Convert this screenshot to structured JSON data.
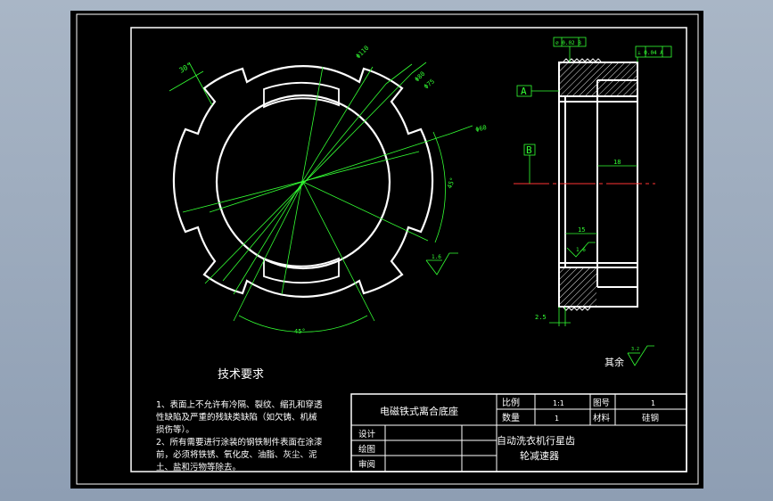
{
  "drawing": {
    "dimensions": {
      "d_label_1": "30°",
      "d_label_2": "Φ110",
      "d_label_3": "Φ80",
      "d_label_4": "Φ75",
      "d_label_5": "Φ60",
      "d_label_6": "45°",
      "d_label_7": "45°",
      "dim_side_1": "18",
      "dim_side_2": "15",
      "dim_side_3": "2.5",
      "surface_1": "1.6",
      "surface_2": "1.6",
      "surface_other": "3.2"
    },
    "tolerances": {
      "tol_1": "⌀ 0.02 B",
      "tol_2": "⟂ 0.04 A"
    },
    "datums": {
      "datum_a": "A",
      "datum_b": "B"
    },
    "notes": {
      "heading": "技术要求",
      "line1": "1、表面上不允许有冷隔、裂纹、缩孔和穿透",
      "line2": "性缺陷及严重的残缺类缺陷（如欠铸、机械",
      "line3": "损伤等）。",
      "line4": "2、所有需要进行涂装的钢铁制件表面在涂漆",
      "line5": "前，必须将铁锈、氧化皮、油脂、灰尘、泥",
      "line6": "土、盐和污物等除去。",
      "other_surface": "其余"
    },
    "title_block": {
      "part_name": "电磁铁式离合底座",
      "scale_label": "比例",
      "scale_value": "1:1",
      "sheet_label": "图号",
      "sheet_value": "1",
      "qty_label": "数量",
      "qty_value": "1",
      "material_label": "材料",
      "material_value": "硅钢",
      "design_label": "设计",
      "draw_label": "绘图",
      "review_label": "审阅",
      "project_line1": "自动洗衣机行星齿",
      "project_line2": "轮减速器"
    }
  }
}
